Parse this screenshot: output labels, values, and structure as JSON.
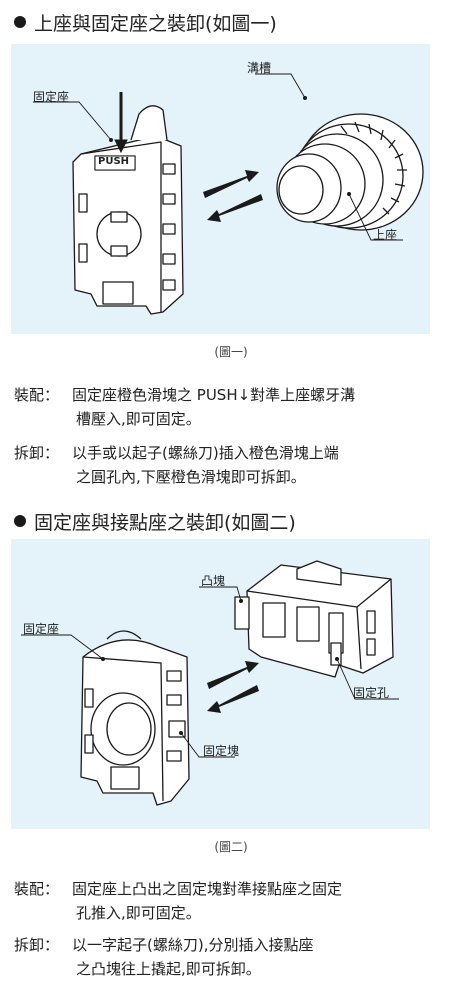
{
  "section1": {
    "heading": "上座與固定座之裝卸(如圖一)",
    "labels": {
      "groove": "溝槽",
      "fixed_seat": "固定座",
      "upper_seat": "上座",
      "push": "PUSH"
    },
    "caption": "(圖一)",
    "assembly": {
      "label": "裝配：",
      "line1": "固定座橙色滑塊之 PUSH↓對準上座螺牙溝",
      "line2": "槽壓入,即可固定。"
    },
    "disassembly": {
      "label": "拆卸：",
      "line1": "以手或以起子(螺絲刀)插入橙色滑塊上端",
      "line2": "之圓孔內,下壓橙色滑塊即可拆卸。"
    }
  },
  "section2": {
    "heading": "固定座與接點座之裝卸(如圖二)",
    "labels": {
      "bump": "凸塊",
      "fixed_seat": "固定座",
      "fixed_hole": "固定孔",
      "fixed_block": "固定塊"
    },
    "caption": "(圖二)",
    "assembly": {
      "label": "裝配：",
      "line1": "固定座上凸出之固定塊對準接點座之固定",
      "line2": "孔推入,即可固定。"
    },
    "disassembly": {
      "label": "拆卸：",
      "line1": "以一字起子(螺絲刀),分別插入接點座",
      "line2": "之凸塊往上撬起,即可拆卸。"
    }
  },
  "colors": {
    "panel_bg": "#e4f2f9",
    "line": "#1a1a1a"
  }
}
